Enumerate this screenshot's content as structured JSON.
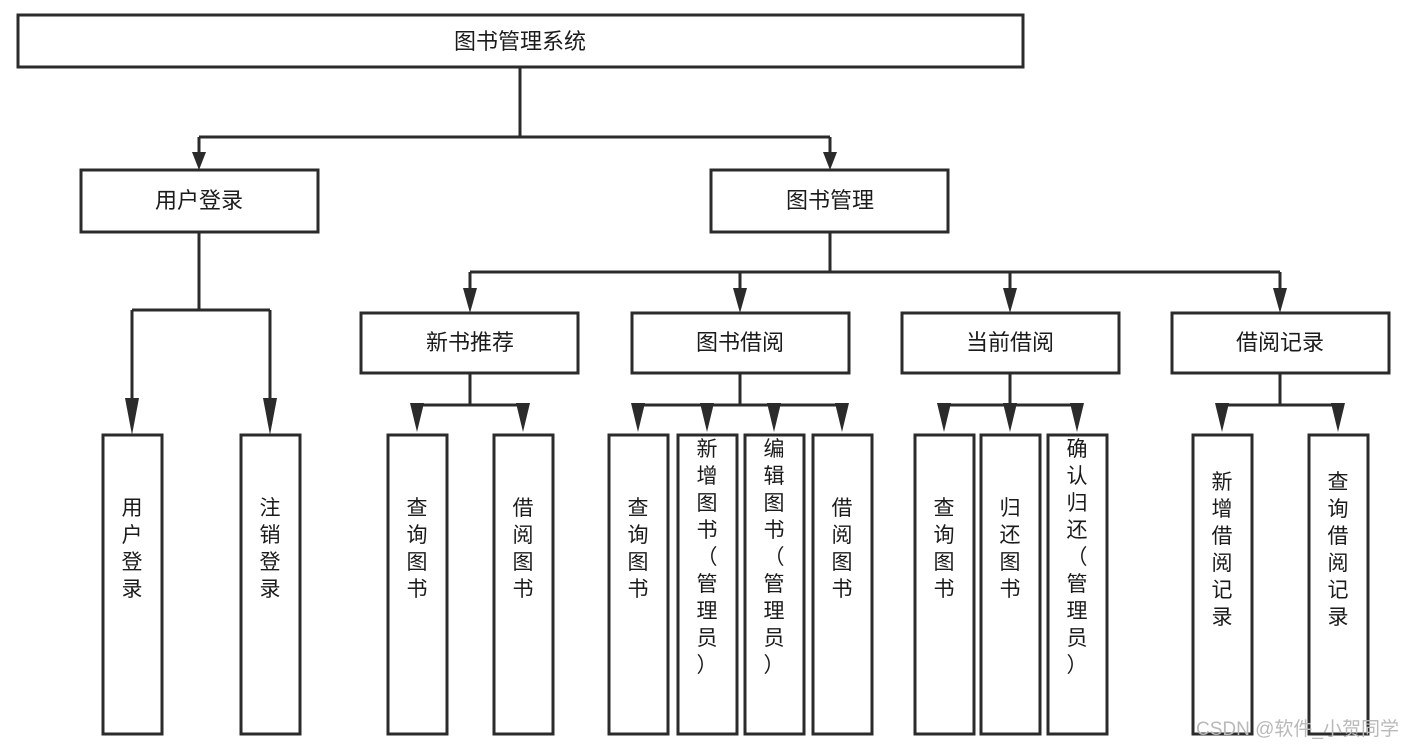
{
  "diagram": {
    "type": "tree",
    "root": {
      "id": "root",
      "label": "图书管理系统",
      "orientation": "horizontal"
    },
    "level2": [
      {
        "id": "user-login",
        "label": "用户登录",
        "orientation": "horizontal"
      },
      {
        "id": "book-management",
        "label": "图书管理",
        "orientation": "horizontal"
      }
    ],
    "level3": [
      {
        "id": "new-book-recommend",
        "label": "新书推荐",
        "orientation": "horizontal"
      },
      {
        "id": "book-borrow",
        "label": "图书借阅",
        "orientation": "horizontal"
      },
      {
        "id": "current-borrow",
        "label": "当前借阅",
        "orientation": "horizontal"
      },
      {
        "id": "borrow-record",
        "label": "借阅记录",
        "orientation": "horizontal"
      }
    ],
    "leaves": {
      "user-login": [
        {
          "id": "leaf-user-login",
          "label": "用户登录",
          "orientation": "vertical"
        },
        {
          "id": "leaf-logout-login",
          "label": "注销登录",
          "orientation": "vertical"
        }
      ],
      "new-book-recommend": [
        {
          "id": "leaf-query-book-1",
          "label": "查询图书",
          "orientation": "vertical"
        },
        {
          "id": "leaf-borrow-book-1",
          "label": "借阅图书",
          "orientation": "vertical"
        }
      ],
      "book-borrow": [
        {
          "id": "leaf-query-book-2",
          "label": "查询图书",
          "orientation": "vertical"
        },
        {
          "id": "leaf-add-book",
          "label": "新增图书（管理员）",
          "orientation": "vertical"
        },
        {
          "id": "leaf-edit-book",
          "label": "编辑图书（管理员）",
          "orientation": "vertical"
        },
        {
          "id": "leaf-borrow-book-2",
          "label": "借阅图书",
          "orientation": "vertical"
        }
      ],
      "current-borrow": [
        {
          "id": "leaf-query-book-3",
          "label": "查询图书",
          "orientation": "vertical"
        },
        {
          "id": "leaf-return-book",
          "label": "归还图书",
          "orientation": "vertical"
        },
        {
          "id": "leaf-confirm-return",
          "label": "确认归还（管理员）",
          "orientation": "vertical"
        }
      ],
      "borrow-record": [
        {
          "id": "leaf-add-record",
          "label": "新增借阅记录",
          "orientation": "vertical"
        },
        {
          "id": "leaf-query-record",
          "label": "查询借阅记录",
          "orientation": "vertical"
        }
      ]
    }
  },
  "watermark": {
    "text": "CSDN @软件_小贺同学"
  },
  "colors": {
    "background": "#ffffff",
    "box_fill": "#ffffff",
    "box_stroke": "#2b2b2b",
    "text": "#1b1b1b",
    "watermark": "#b9b9b9"
  }
}
